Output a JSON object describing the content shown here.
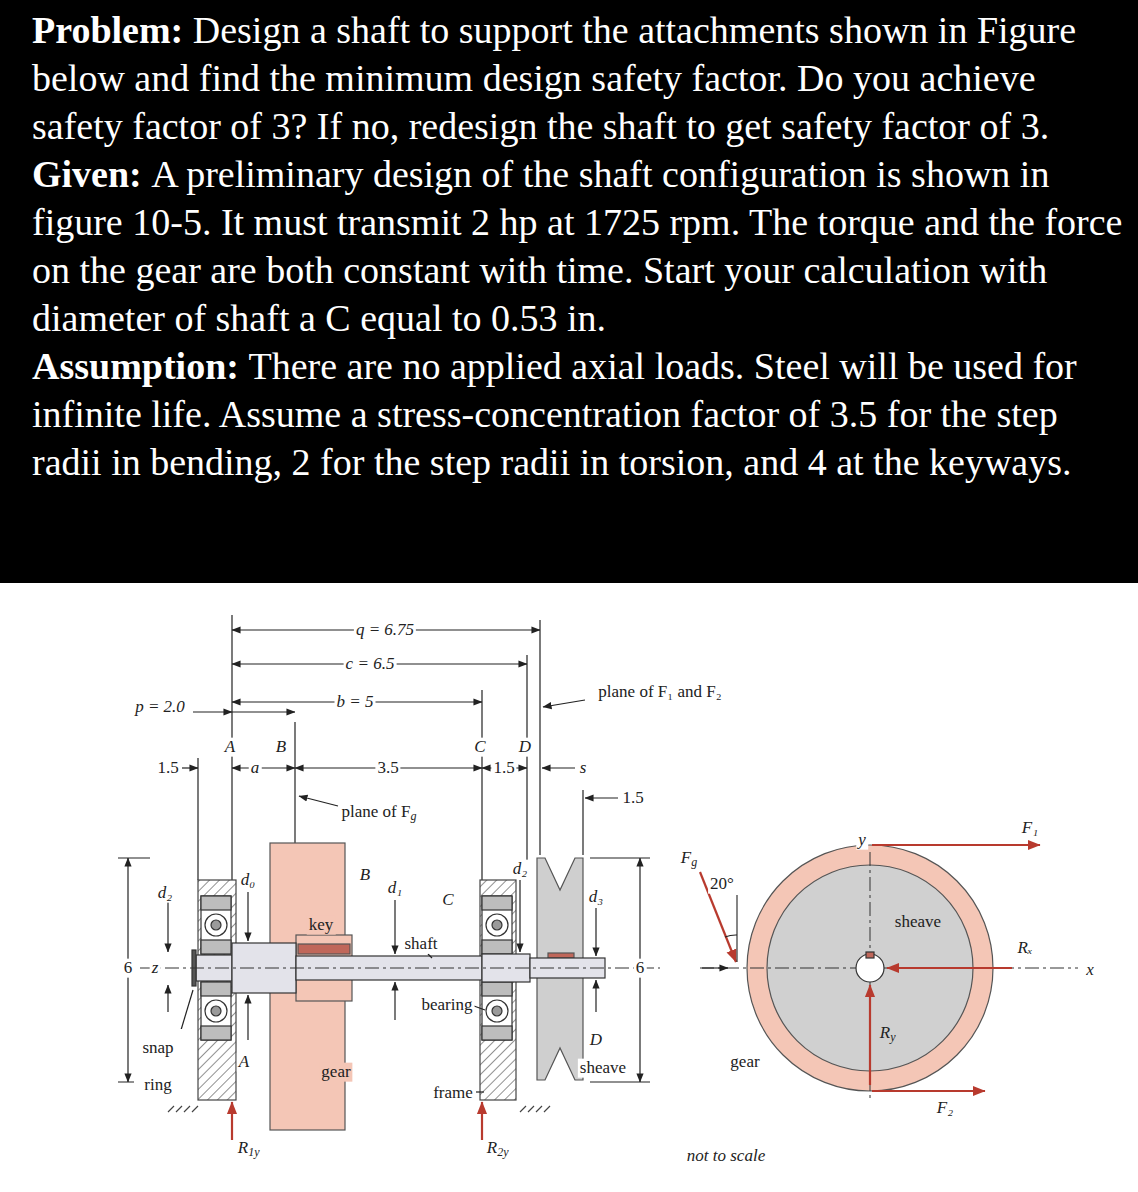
{
  "diagram": {
    "labels": [
      "Problem:",
      "Design a shaft to support the attachments shown in Figure below and find the minimum design safety factor. Do you achieve safety factor of 3? If no, redesign the shaft to get safety factor of 3.",
      "Given:",
      "A preliminary design of the shaft configuration is shown in figure 10-5. It must transmit 2 hp at 1725 rpm. The torque and the force on the gear are both constant with time. Start your calculation with diameter of shaft a C equal to 0.53 in.",
      "Assumption:",
      "There are no applied axial loads. Steel will be used for infinite life. Assume a stress-concentration factor of 3.5 for the step radii in bending, 2 for the step radii in torsion, and 4 at the keyways.",
      "q = 6.75",
      "c = 6.5",
      "plane of F₁ and F₂",
      "b = 5",
      "p = 2.0",
      "A",
      "B",
      "C",
      "D",
      "1.5",
      "a",
      "3.5",
      "1.5",
      "s",
      "1.5",
      "plane of F",
      "g",
      "F",
      "g",
      "20°",
      "y",
      "F₁",
      "d₂",
      "d₀",
      "B",
      "d₁",
      "C",
      "d₂",
      "d₃",
      "key",
      "sheave",
      "Rₓ",
      "x",
      "6",
      "z",
      "shaft",
      "6",
      "bearing",
      "R",
      "y",
      "snap ring",
      "A",
      "D",
      "sheave",
      "gear",
      "gear",
      "frame",
      "F₂",
      "R",
      "1y",
      "R",
      "2y",
      "not to scale"
    ]
  }
}
